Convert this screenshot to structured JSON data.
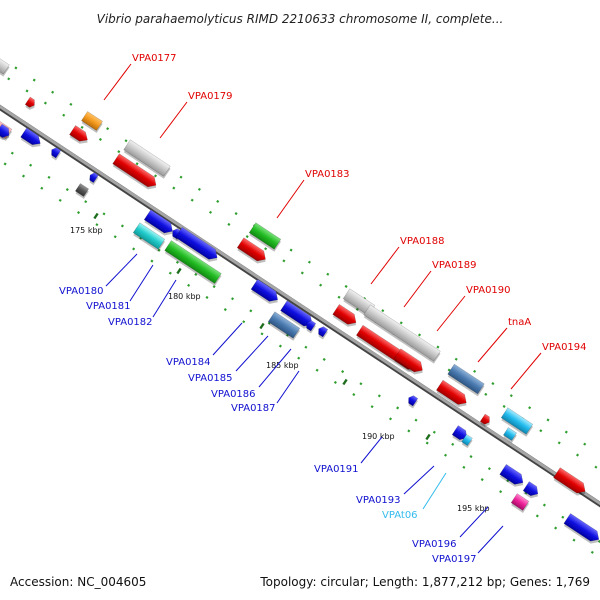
{
  "title": "Vibrio parahaemolyticus RIMD 2210633 chromosome II, complete...",
  "footer": {
    "accession": "Accession: NC_004605",
    "summary": "Topology: circular; Length: 1,877,212 bp; Genes: 1,769"
  },
  "colors": {
    "backbone": "#8c8c8c",
    "dots": "#2f9e2f",
    "dots_dark": "#1d6d1d",
    "label_forward": "#e00000",
    "label_reverse": "#1010d0",
    "label_trna": "#33bbee"
  },
  "ticks": [
    {
      "label": "175 kbp"
    },
    {
      "label": "180 kbp"
    },
    {
      "label": "185 kbp"
    },
    {
      "label": "190 kbp"
    },
    {
      "label": "195 kbp"
    }
  ],
  "labels": [
    {
      "text": "VPA0177",
      "strand": "forward"
    },
    {
      "text": "VPA0179",
      "strand": "forward"
    },
    {
      "text": "VPA0183",
      "strand": "forward"
    },
    {
      "text": "VPA0188",
      "strand": "forward"
    },
    {
      "text": "VPA0189",
      "strand": "forward"
    },
    {
      "text": "VPA0190",
      "strand": "forward"
    },
    {
      "text": "tnaA",
      "strand": "forward"
    },
    {
      "text": "VPA0194",
      "strand": "forward"
    },
    {
      "text": "VPA0180",
      "strand": "reverse"
    },
    {
      "text": "VPA0181",
      "strand": "reverse"
    },
    {
      "text": "VPA0182",
      "strand": "reverse"
    },
    {
      "text": "VPA0184",
      "strand": "reverse"
    },
    {
      "text": "VPA0185",
      "strand": "reverse"
    },
    {
      "text": "VPA0186",
      "strand": "reverse"
    },
    {
      "text": "VPA0187",
      "strand": "reverse"
    },
    {
      "text": "VPA0191",
      "strand": "reverse"
    },
    {
      "text": "VPA0193",
      "strand": "reverse"
    },
    {
      "text": "VPAt06",
      "strand": "trna"
    },
    {
      "text": "VPA0196",
      "strand": "reverse"
    },
    {
      "text": "VPA0197",
      "strand": "reverse"
    }
  ]
}
